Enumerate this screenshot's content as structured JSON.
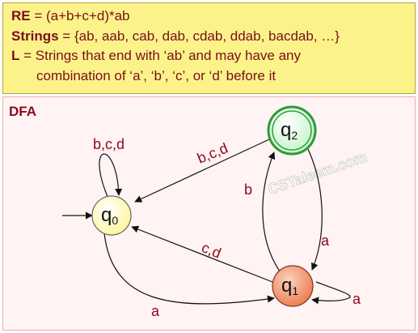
{
  "definitions": {
    "re_label": "RE",
    "re_text": "= (a+b+c+d)*ab",
    "strings_label": "Strings",
    "strings_text": "=   {ab, aab, cab, dab, cdab, ddab, bacdab, …}",
    "lang_label": "L",
    "lang_line1": "=  Strings that end with ‘ab’ and may have any",
    "lang_line2": "combination of ‘a’, ‘b’, ‘c’, or ‘d’ before it"
  },
  "dfa": {
    "title": "DFA",
    "watermark": "CSTaleem.com",
    "states": [
      {
        "id": "q0",
        "name": "q",
        "sub": "0",
        "fill": "#ffffc8",
        "start": true,
        "accept": false
      },
      {
        "id": "q1",
        "name": "q",
        "sub": "1",
        "fill": "#f2946a",
        "start": false,
        "accept": false
      },
      {
        "id": "q2",
        "name": "q",
        "sub": "2",
        "fill": "#d8fad8",
        "start": false,
        "accept": true
      }
    ],
    "transitions": [
      {
        "from": "q0",
        "to": "q0",
        "label": "b,c,d"
      },
      {
        "from": "q2",
        "to": "q0",
        "label": "b,c,d"
      },
      {
        "from": "q1",
        "to": "q0",
        "label": "c,d"
      },
      {
        "from": "q0",
        "to": "q1",
        "label": "a"
      },
      {
        "from": "q1",
        "to": "q2",
        "label": "b"
      },
      {
        "from": "q2",
        "to": "q1",
        "label": "a"
      },
      {
        "from": "q1",
        "to": "q1",
        "label": "a"
      }
    ],
    "colors": {
      "label": "#8a0b1b",
      "q2_ring": "#2e9a3a",
      "edge": "#111111"
    }
  }
}
